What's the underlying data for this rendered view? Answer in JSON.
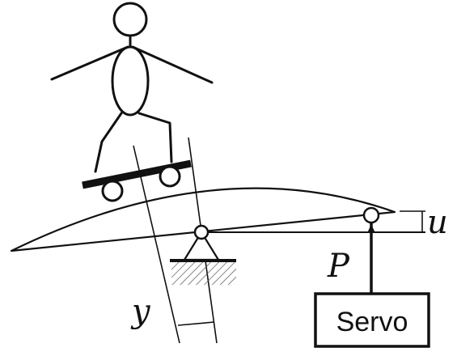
{
  "labels": {
    "u": "u",
    "P": "P",
    "y": "y",
    "servo": "Servo"
  }
}
